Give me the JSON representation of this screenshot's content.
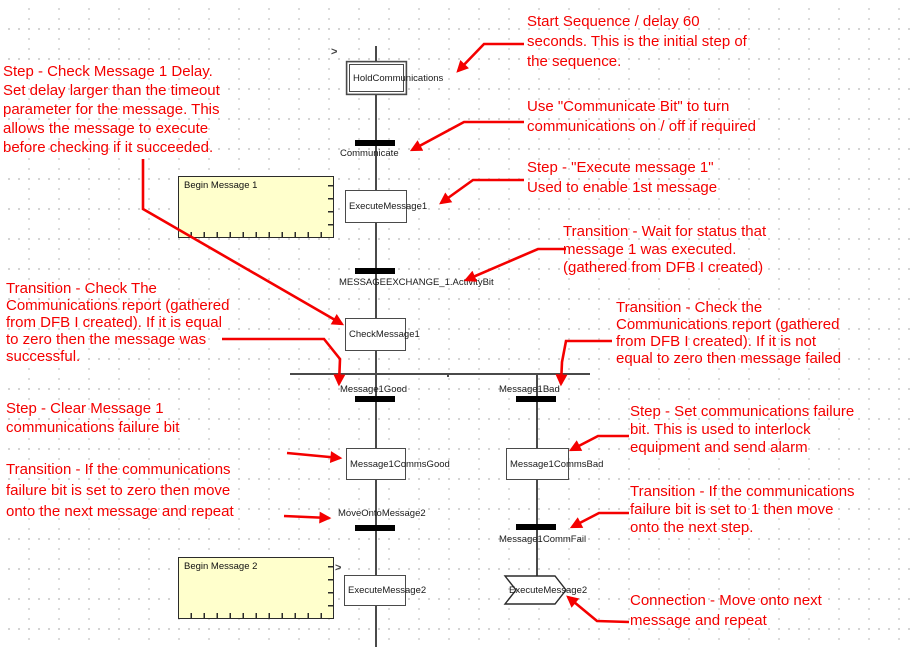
{
  "colors": {
    "annotation_red": "#f40000",
    "comment_fill": "#ffffcc",
    "transition_bar": "#000000",
    "structure_gray": "#4a4a4a"
  },
  "sfc": {
    "branch_marker": ">",
    "steps": {
      "hold": "HoldCommunications",
      "execute1": "ExecuteMessage1",
      "check1": "CheckMessage1",
      "commsGood": "Message1CommsGood",
      "commsBad": "Message1CommsBad",
      "execute2": "ExecuteMessage2",
      "execute2_jump": "ExecuteMessage2"
    },
    "transitions": {
      "communicate": "Communicate",
      "activity": "MESSAGEEXCHANGE_1.ActivityBit",
      "good": "Message1Good",
      "bad": "Message1Bad",
      "move2": "MoveOntoMessage2",
      "commfail": "Message1CommFail"
    },
    "comments": {
      "msg1": "Begin Message 1",
      "msg2": "Begin Message 2"
    }
  },
  "annotations": {
    "start": {
      "lines": [
        "Start Sequence / delay 60",
        "seconds. This is the initial step of",
        "the sequence."
      ]
    },
    "delay": {
      "lines": [
        "Step - Check Message 1 Delay.",
        "Set delay larger than the timeout",
        "parameter for the message.  This",
        "allows the message to execute",
        "before checking if it succeeded."
      ]
    },
    "communicate": {
      "lines": [
        "Use \"Communicate Bit\" to turn",
        "communications on / off if required"
      ]
    },
    "execute1": {
      "lines": [
        "Step - \"Execute message 1\"",
        "Used to enable 1st message"
      ]
    },
    "wait": {
      "lines": [
        "Transition - Wait for status that",
        "message 1 was executed.",
        "(gathered from DFB I created)"
      ]
    },
    "check_good": {
      "lines": [
        "Transition - Check The",
        "Communications report (gathered",
        "from DFB I created). If it is equal",
        "to zero then the message was",
        "successful."
      ]
    },
    "check_bad": {
      "lines": [
        "Transition - Check the",
        "Communications report (gathered",
        "from DFB I created). If it is not",
        "equal to zero then message failed"
      ]
    },
    "clear": {
      "lines": [
        "Step - Clear Message 1",
        "communications failure bit"
      ]
    },
    "zero": {
      "lines": [
        "Transition - If the communications",
        "failure bit is set to zero then move",
        "onto the next message and repeat"
      ]
    },
    "setfail": {
      "lines": [
        "Step - Set communications failure",
        "bit. This is used to interlock",
        "equipment and send alarm"
      ]
    },
    "fail1": {
      "lines": [
        "Transition - If the communications",
        "failure bit is set to 1 then move",
        "onto the next step."
      ]
    },
    "connection": {
      "lines": [
        "Connection - Move onto next",
        "message and repeat"
      ]
    }
  }
}
